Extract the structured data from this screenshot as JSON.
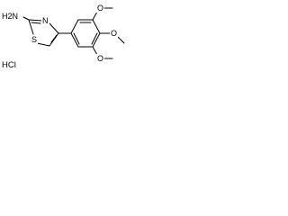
{
  "molecule": {
    "atom_labels": {
      "amine": "H2N",
      "ring_sulfur": "S",
      "ring_nitrogen": "N",
      "methoxy_top": "O",
      "methoxy_middle": "O",
      "methoxy_bottom": "O"
    },
    "salt_label": "HCl"
  },
  "colors": {
    "bond": "#000000",
    "text": "#000000",
    "background": "#ffffff"
  }
}
